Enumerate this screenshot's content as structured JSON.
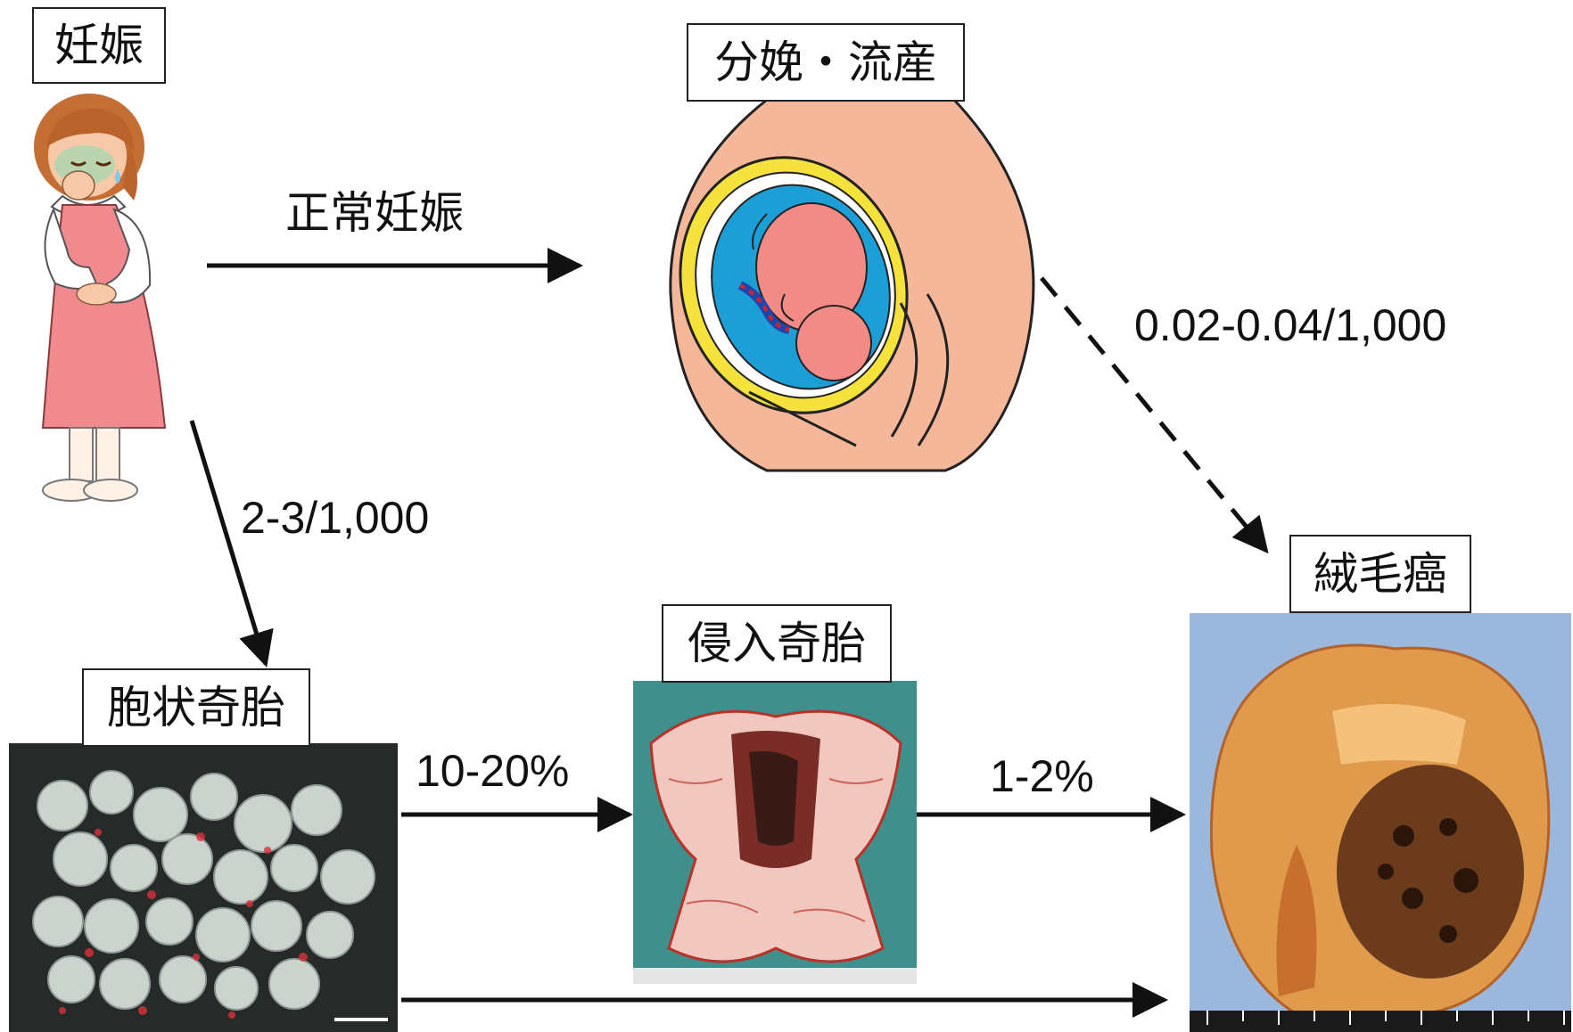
{
  "stages": {
    "pregnancy": "妊娠",
    "delivery_abortion": "分娩・流産",
    "hydatidiform_mole": "胞状奇胎",
    "invasive_mole": "侵入奇胎",
    "choriocarcinoma": "絨毛癌"
  },
  "transitions": {
    "normal_pregnancy": "正常妊娠",
    "pregnancy_to_mole": "2-3/1,000",
    "delivery_to_chorio": "0.02-0.04/1,000",
    "mole_to_invasive": "10-20%",
    "invasive_to_chorio": "1-2%"
  },
  "colors": {
    "skin": "#f5b79a",
    "dress": "#f08a8e",
    "amniotic": "#1c9fd6",
    "uterus_wall": "#f5e23c",
    "fetus": "#f28b86",
    "photo_green": "#3f8f8d",
    "tissue_red": "#b8322a"
  }
}
